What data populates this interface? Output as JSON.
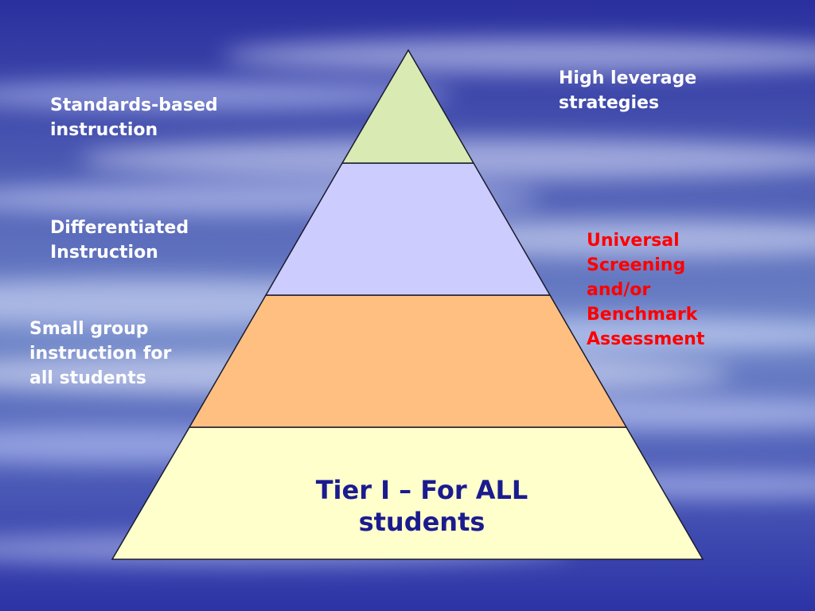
{
  "colors": {
    "background_top": "#2a2f9e",
    "background_mid": "#6f86c8",
    "background_bottom": "#2c33a6",
    "label_white": "#ffffff",
    "label_red": "#ff0000",
    "tier_text": "#1b1b8f",
    "outline": "#1a1a2e",
    "tier1_fill": "#ffffcc",
    "tier2_fill": "#ffbf80",
    "tier3_fill": "#ccccff",
    "tier4_fill": "#d9eab3"
  },
  "labels": {
    "standards": [
      "Standards-based",
      "instruction"
    ],
    "differentiated": [
      "Differentiated",
      "Instruction"
    ],
    "small_group": [
      "Small group",
      "instruction for",
      "all students"
    ],
    "high_leverage": [
      "High leverage",
      "strategies"
    ],
    "universal": [
      "Universal",
      "Screening",
      "and/or",
      "Benchmark",
      "Assessment"
    ]
  },
  "pyramid": {
    "tier_text": [
      "Tier I – For ALL",
      "students"
    ]
  }
}
